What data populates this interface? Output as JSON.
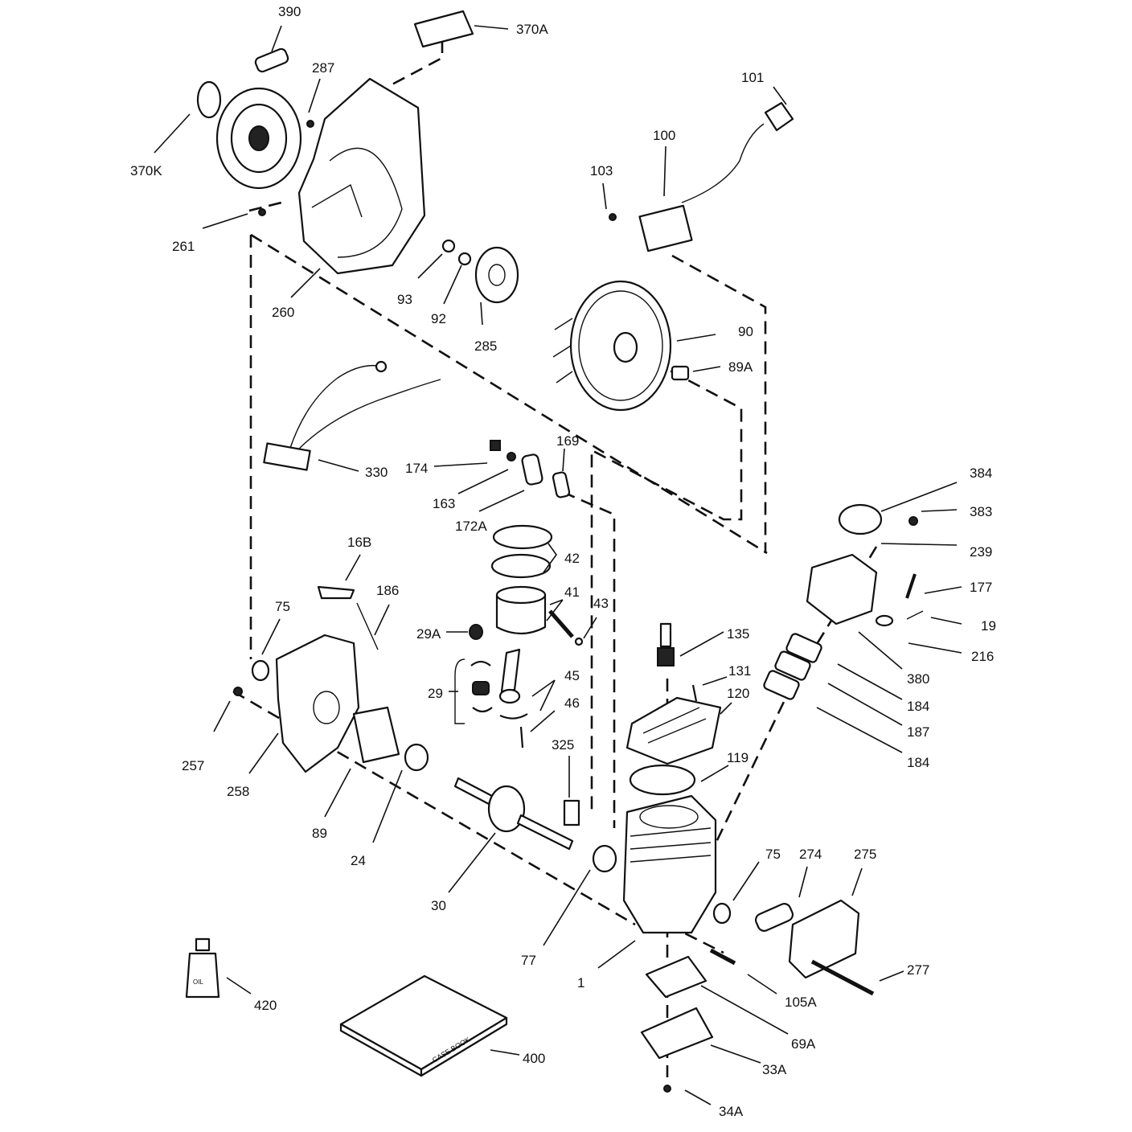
{
  "labels": {
    "l390": "390",
    "l370A": "370A",
    "l287": "287",
    "l370K": "370K",
    "l101": "101",
    "l100": "100",
    "l103": "103",
    "l261": "261",
    "l260": "260",
    "l93": "93",
    "l92": "92",
    "l285": "285",
    "l90": "90",
    "l89A": "89A",
    "l330": "330",
    "l169": "169",
    "l174": "174",
    "l163": "163",
    "l172A": "172A",
    "l384": "384",
    "l383": "383",
    "l239": "239",
    "l16B": "16B",
    "l42": "42",
    "l177": "177",
    "l75a": "75",
    "l186": "186",
    "l41": "41",
    "l43": "43",
    "l19": "19",
    "l135": "135",
    "l29A": "29A",
    "l216": "216",
    "l380": "380",
    "l131": "131",
    "l45": "45",
    "l29": "29",
    "l120": "120",
    "l184a": "184",
    "l46": "46",
    "l187": "187",
    "l257": "257",
    "l325": "325",
    "l184b": "184",
    "l119": "119",
    "l258": "258",
    "l89": "89",
    "l24": "24",
    "l75b": "75",
    "l274": "274",
    "l275": "275",
    "l30": "30",
    "l77": "77",
    "l277": "277",
    "l1": "1",
    "l105A": "105A",
    "l420": "420",
    "l69A": "69A",
    "l400": "400",
    "l33A": "33A",
    "l34A": "34A"
  },
  "decor": {
    "book_spine": "CASE BOOK",
    "bottle_label": "OIL"
  }
}
